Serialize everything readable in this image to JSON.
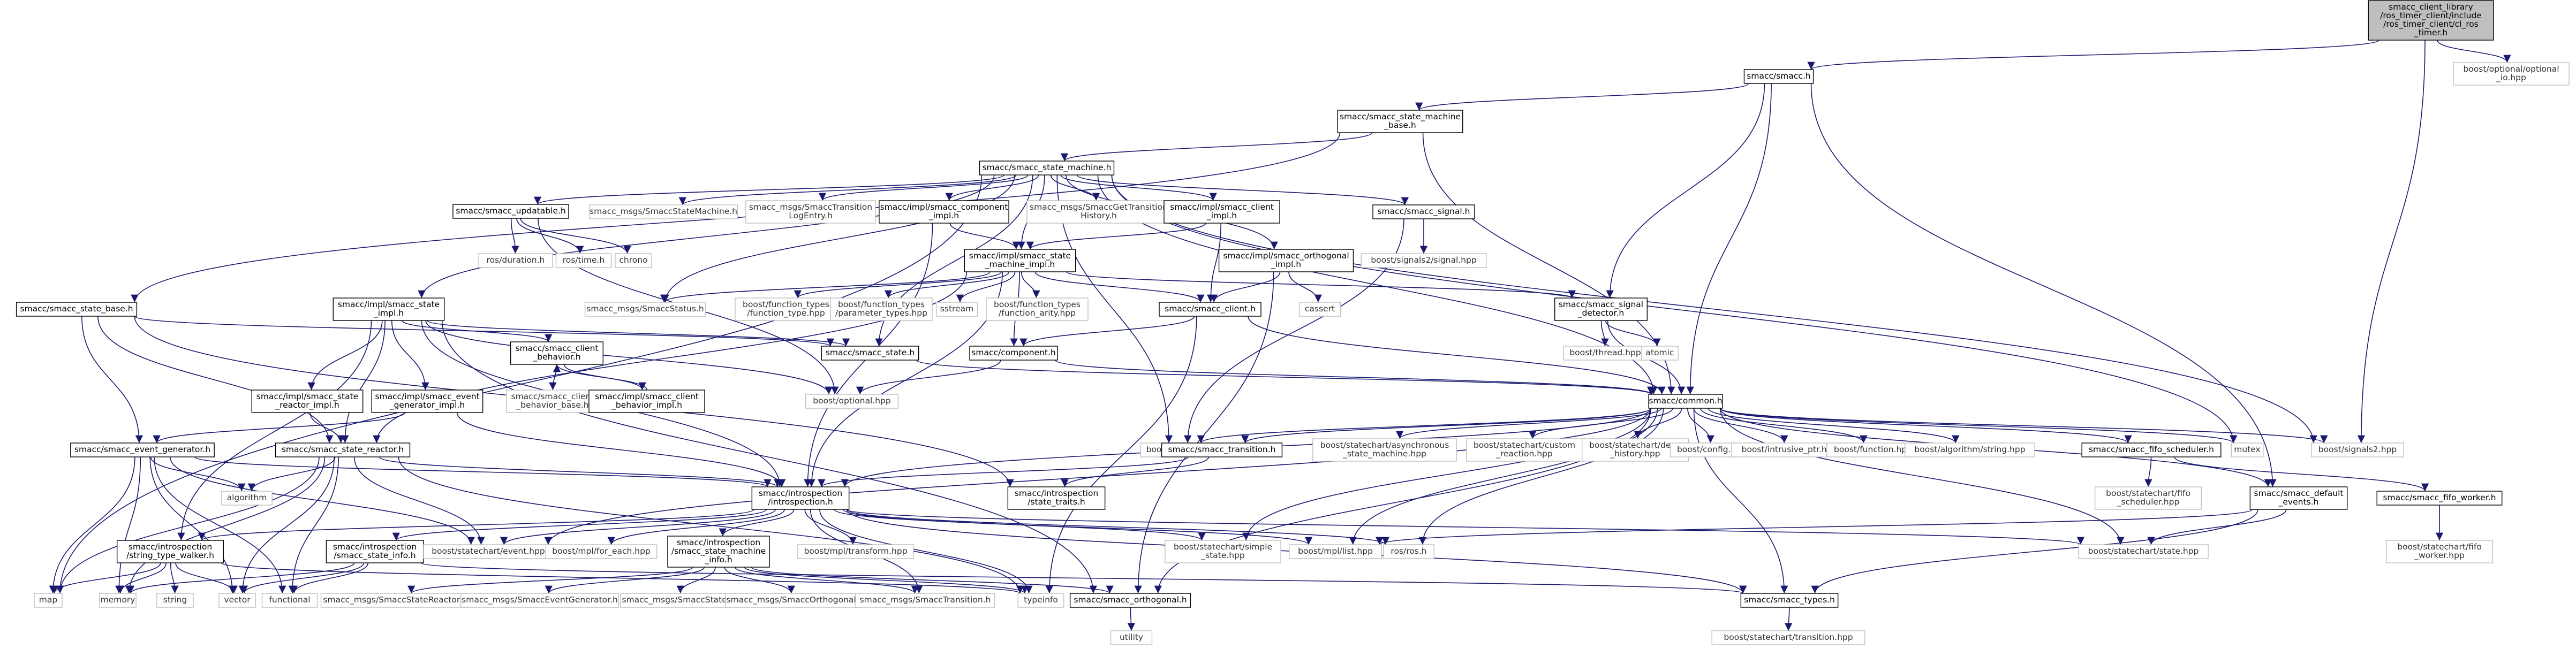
{
  "colors": {
    "edge": "#191970",
    "root_fill": "#bfbfbf",
    "box_border": "#000000",
    "external_border": "#bfbfbf"
  },
  "nodes": {
    "root": [
      "smacc_client_library",
      "/ros_timer_client/include",
      "/ros_timer_client/cl_ros",
      "_timer.h"
    ],
    "smacc_h": [
      "smacc/smacc.h"
    ],
    "optional_hpp": [
      "boost/optional/optional",
      "_io.hpp"
    ],
    "state_machine_base_h": [
      "smacc/smacc_state_machine",
      "_base.h"
    ],
    "state_machine_h": [
      "smacc/smacc_state_machine.h"
    ],
    "state_base_h": [
      "smacc/smacc_state_base.h"
    ],
    "updatable_h": [
      "smacc/smacc_updatable.h"
    ],
    "msg_statemachine": [
      "smacc_msgs/SmaccStateMachine.h"
    ],
    "msg_transition_log": [
      "smacc_msgs/SmaccTransition",
      "LogEntry.h"
    ],
    "component_impl_h": [
      "smacc/impl/smacc_component",
      "_impl.h"
    ],
    "msg_get_transition": [
      "smacc_msgs/SmaccGetTransition",
      "History.h"
    ],
    "client_impl_h": [
      "smacc/impl/smacc_client",
      "_impl.h"
    ],
    "signal_h": [
      "smacc/smacc_signal.h"
    ],
    "state_impl_h": [
      "smacc/impl/smacc_state",
      "_impl.h"
    ],
    "ros_duration": [
      "ros/duration.h"
    ],
    "ros_time": [
      "ros/time.h"
    ],
    "chrono": [
      "chrono"
    ],
    "state_machine_impl_h": [
      "smacc/impl/smacc_state",
      "_machine_impl.h"
    ],
    "orthogonal_impl_h": [
      "smacc/impl/smacc_orthogonal",
      "_impl.h"
    ],
    "signals2_signal": [
      "boost/signals2/signal.hpp"
    ],
    "msg_status": [
      "smacc_msgs/SmaccStatus.h"
    ],
    "ft_function_type": [
      "boost/function_types",
      "/function_type.hpp"
    ],
    "ft_parameter_types": [
      "boost/function_types",
      "/parameter_types.hpp"
    ],
    "sstream": [
      "sstream"
    ],
    "ft_function_arity": [
      "boost/function_types",
      "/function_arity.hpp"
    ],
    "cassert": [
      "cassert"
    ],
    "signal_detector_h": [
      "smacc/smacc_signal",
      "_detector.h"
    ],
    "client_h": [
      "smacc/smacc_client.h"
    ],
    "state_h": [
      "smacc/smacc_state.h"
    ],
    "component_h": [
      "smacc/component.h"
    ],
    "thread_hpp": [
      "boost/thread.hpp"
    ],
    "atomic": [
      "atomic"
    ],
    "client_behavior_h": [
      "smacc/smacc_client",
      "_behavior.h"
    ],
    "client_behavior_base_h": [
      "smacc/smacc_client",
      "_behavior_base.h"
    ],
    "client_behavior_impl_h": [
      "smacc/impl/smacc_client",
      "_behavior_impl.h"
    ],
    "boost_optional": [
      "boost/optional.hpp"
    ],
    "state_reactor_impl_h": [
      "smacc/impl/smacc_state",
      "_reactor_impl.h"
    ],
    "event_generator_impl_h": [
      "smacc/impl/smacc_event",
      "_generator_impl.h"
    ],
    "event_generator_h": [
      "smacc/smacc_event_generator.h"
    ],
    "state_reactor_h": [
      "smacc/smacc_state_reactor.h"
    ],
    "common_h": [
      "smacc/common.h"
    ],
    "boost_any": [
      "boost/any.hpp"
    ],
    "transition_h": [
      "smacc/smacc_transition.h"
    ],
    "async_sm": [
      "boost/statechart/asynchronous",
      "_state_machine.hpp"
    ],
    "custom_reaction": [
      "boost/statechart/custom",
      "_reaction.hpp"
    ],
    "deep_history": [
      "boost/statechart/deep",
      "_history.hpp"
    ],
    "config_hpp": [
      "boost/config.hpp"
    ],
    "intrusive_ptr": [
      "boost/intrusive_ptr.hpp"
    ],
    "function_hpp": [
      "boost/function.hpp"
    ],
    "algorithm_string": [
      "boost/algorithm/string.hpp"
    ],
    "fifo_scheduler_h": [
      "smacc/smacc_fifo_scheduler.h"
    ],
    "mutex": [
      "mutex"
    ],
    "signals2_hpp": [
      "boost/signals2.hpp"
    ],
    "algorithm": [
      "algorithm"
    ],
    "introspection_h": [
      "smacc/introspection",
      "/introspection.h"
    ],
    "state_traits_h": [
      "smacc/introspection",
      "/state_traits.h"
    ],
    "sc_fifo_scheduler": [
      "boost/statechart/fifo",
      "_scheduler.hpp"
    ],
    "default_events_h": [
      "smacc/smacc_default",
      "_events.h"
    ],
    "fifo_worker_h": [
      "smacc/smacc_fifo_worker.h"
    ],
    "string_type_walker_h": [
      "smacc/introspection",
      "/string_type_walker.h"
    ],
    "smacc_state_info_h": [
      "smacc/introspection",
      "/smacc_state_info.h"
    ],
    "sc_event": [
      "boost/statechart/event.hpp"
    ],
    "mpl_for_each": [
      "boost/mpl/for_each.hpp"
    ],
    "sm_info_h": [
      "smacc/introspection",
      "/smacc_state_machine",
      "_info.h"
    ],
    "mpl_transform": [
      "boost/mpl/transform.hpp"
    ],
    "simple_state": [
      "boost/statechart/simple",
      "_state.hpp"
    ],
    "mpl_list": [
      "boost/mpl/list.hpp"
    ],
    "ros_h": [
      "ros/ros.h"
    ],
    "sc_state": [
      "boost/statechart/state.hpp"
    ],
    "sc_fifo_worker": [
      "boost/statechart/fifo",
      "_worker.hpp"
    ],
    "map": [
      "map"
    ],
    "memory": [
      "memory"
    ],
    "string": [
      "string"
    ],
    "vector": [
      "vector"
    ],
    "functional": [
      "functional"
    ],
    "msg_state_reactor": [
      "smacc_msgs/SmaccStateReactor.h"
    ],
    "msg_event_generator": [
      "smacc_msgs/SmaccEventGenerator.h"
    ],
    "msg_state": [
      "smacc_msgs/SmaccState.h"
    ],
    "msg_orthogonal": [
      "smacc_msgs/SmaccOrthogonal.h"
    ],
    "msg_transition": [
      "smacc_msgs/SmaccTransition.h"
    ],
    "typeinfo": [
      "typeinfo"
    ],
    "orthogonal_h": [
      "smacc/smacc_orthogonal.h"
    ],
    "types_h": [
      "smacc/smacc_types.h"
    ],
    "utility": [
      "utility"
    ],
    "sc_transition": [
      "boost/statechart/transition.hpp"
    ]
  },
  "edges": [
    [
      "root",
      "smacc_h"
    ],
    [
      "root",
      "optional_hpp"
    ],
    [
      "root",
      "signals2_hpp"
    ],
    [
      "smacc_h",
      "state_machine_base_h"
    ],
    [
      "smacc_h",
      "common_h"
    ],
    [
      "smacc_h",
      "signal_detector_h"
    ],
    [
      "smacc_h",
      "default_events_h"
    ],
    [
      "state_machine_base_h",
      "state_machine_h"
    ],
    [
      "state_machine_base_h",
      "state_base_h"
    ],
    [
      "state_machine_base_h",
      "common_h"
    ],
    [
      "state_machine_h",
      "updatable_h"
    ],
    [
      "state_machine_h",
      "msg_statemachine"
    ],
    [
      "state_machine_h",
      "msg_transition_log"
    ],
    [
      "state_machine_h",
      "component_impl_h"
    ],
    [
      "state_machine_h",
      "msg_get_transition"
    ],
    [
      "state_machine_h",
      "client_impl_h"
    ],
    [
      "state_machine_h",
      "signal_h"
    ],
    [
      "state_machine_h",
      "state_impl_h"
    ],
    [
      "state_machine_h",
      "msg_status"
    ],
    [
      "state_machine_h",
      "map"
    ],
    [
      "state_machine_h",
      "mutex"
    ],
    [
      "state_machine_h",
      "common_h"
    ],
    [
      "state_machine_h",
      "state_h"
    ],
    [
      "state_machine_h",
      "state_machine_impl_h"
    ],
    [
      "state_machine_h",
      "orthogonal_impl_h"
    ],
    [
      "state_machine_h",
      "boost_any"
    ],
    [
      "state_machine_h",
      "signals2_hpp"
    ],
    [
      "updatable_h",
      "ros_duration"
    ],
    [
      "updatable_h",
      "ros_time"
    ],
    [
      "updatable_h",
      "chrono"
    ],
    [
      "updatable_h",
      "boost_optional"
    ],
    [
      "component_impl_h",
      "state_machine_impl_h"
    ],
    [
      "component_impl_h",
      "introspection_h"
    ],
    [
      "client_impl_h",
      "state_machine_impl_h"
    ],
    [
      "client_impl_h",
      "client_h"
    ],
    [
      "signal_h",
      "signals2_signal"
    ],
    [
      "signal_h",
      "boost_any"
    ],
    [
      "state_impl_h",
      "state_h"
    ],
    [
      "state_impl_h",
      "client_behavior_h"
    ],
    [
      "state_impl_h",
      "state_reactor_impl_h"
    ],
    [
      "state_impl_h",
      "event_generator_impl_h"
    ],
    [
      "state_impl_h",
      "introspection_h"
    ],
    [
      "state_impl_h",
      "state_reactor_h"
    ],
    [
      "state_impl_h",
      "string_type_walker_h"
    ],
    [
      "state_impl_h",
      "boost_optional"
    ],
    [
      "state_impl_h",
      "orthogonal_h"
    ],
    [
      "state_machine_impl_h",
      "ft_function_type"
    ],
    [
      "state_machine_impl_h",
      "ft_parameter_types"
    ],
    [
      "state_machine_impl_h",
      "sstream"
    ],
    [
      "state_machine_impl_h",
      "ft_function_arity"
    ],
    [
      "state_machine_impl_h",
      "client_h"
    ],
    [
      "state_machine_impl_h",
      "signal_detector_h"
    ],
    [
      "state_machine_impl_h",
      "msg_status"
    ],
    [
      "state_machine_impl_h",
      "introspection_h"
    ],
    [
      "state_machine_impl_h",
      "state_reactor_h"
    ],
    [
      "state_machine_impl_h",
      "component_h"
    ],
    [
      "orthogonal_impl_h",
      "cassert"
    ],
    [
      "orthogonal_impl_h",
      "client_h"
    ],
    [
      "orthogonal_impl_h",
      "orthogonal_h"
    ],
    [
      "signal_detector_h",
      "thread_hpp"
    ],
    [
      "signal_detector_h",
      "atomic"
    ],
    [
      "signal_detector_h",
      "common_h"
    ],
    [
      "client_h",
      "common_h"
    ],
    [
      "client_h",
      "component_h"
    ],
    [
      "client_h",
      "typeinfo"
    ],
    [
      "state_base_h",
      "state_h"
    ],
    [
      "state_base_h",
      "state_reactor_h"
    ],
    [
      "state_base_h",
      "event_generator_h"
    ],
    [
      "state_base_h",
      "state_traits_h"
    ],
    [
      "state_h",
      "common_h"
    ],
    [
      "component_h",
      "common_h"
    ],
    [
      "component_h",
      "boost_optional"
    ],
    [
      "client_behavior_h",
      "client_behavior_base_h"
    ],
    [
      "client_behavior_h",
      "client_behavior_impl_h"
    ],
    [
      "client_behavior_impl_h",
      "client_behavior_h"
    ],
    [
      "state_reactor_impl_h",
      "state_reactor_h"
    ],
    [
      "event_generator_impl_h",
      "event_generator_h"
    ],
    [
      "event_generator_impl_h",
      "introspection_h"
    ],
    [
      "event_generator_h",
      "introspection_h"
    ],
    [
      "event_generator_h",
      "algorithm"
    ],
    [
      "event_generator_h",
      "map"
    ],
    [
      "event_generator_h",
      "memory"
    ],
    [
      "event_generator_h",
      "vector"
    ],
    [
      "event_generator_h",
      "functional"
    ],
    [
      "event_generator_h",
      "sc_event"
    ],
    [
      "state_reactor_h",
      "introspection_h"
    ],
    [
      "state_reactor_h",
      "algorithm"
    ],
    [
      "state_reactor_h",
      "map"
    ],
    [
      "state_reactor_h",
      "memory"
    ],
    [
      "state_reactor_h",
      "vector"
    ],
    [
      "state_reactor_h",
      "functional"
    ],
    [
      "state_reactor_h",
      "typeinfo"
    ],
    [
      "state_reactor_h",
      "sc_event"
    ],
    [
      "common_h",
      "boost_any"
    ],
    [
      "common_h",
      "transition_h"
    ],
    [
      "common_h",
      "async_sm"
    ],
    [
      "common_h",
      "custom_reaction"
    ],
    [
      "common_h",
      "deep_history"
    ],
    [
      "common_h",
      "config_hpp"
    ],
    [
      "common_h",
      "intrusive_ptr"
    ],
    [
      "common_h",
      "function_hpp"
    ],
    [
      "common_h",
      "algorithm_string"
    ],
    [
      "common_h",
      "fifo_scheduler_h"
    ],
    [
      "common_h",
      "mutex"
    ],
    [
      "common_h",
      "signals2_hpp"
    ],
    [
      "common_h",
      "default_events_h"
    ],
    [
      "common_h",
      "introspection_h"
    ],
    [
      "common_h",
      "types_h"
    ],
    [
      "common_h",
      "ros_h"
    ],
    [
      "common_h",
      "sc_state"
    ],
    [
      "common_h",
      "simple_state"
    ],
    [
      "common_h",
      "mpl_list"
    ],
    [
      "common_h",
      "sc_event"
    ],
    [
      "common_h",
      "orthogonal_h"
    ],
    [
      "transition_h",
      "introspection_h"
    ],
    [
      "transition_h",
      "state_traits_h"
    ],
    [
      "fifo_scheduler_h",
      "sc_fifo_scheduler"
    ],
    [
      "fifo_scheduler_h",
      "fifo_worker_h"
    ],
    [
      "fifo_worker_h",
      "sc_fifo_worker"
    ],
    [
      "default_events_h",
      "sc_state"
    ],
    [
      "default_events_h",
      "types_h"
    ],
    [
      "default_events_h",
      "mpl_list"
    ],
    [
      "introspection_h",
      "string_type_walker_h"
    ],
    [
      "introspection_h",
      "smacc_state_info_h"
    ],
    [
      "introspection_h",
      "sc_event"
    ],
    [
      "introspection_h",
      "mpl_for_each"
    ],
    [
      "introspection_h",
      "sm_info_h"
    ],
    [
      "introspection_h",
      "mpl_transform"
    ],
    [
      "introspection_h",
      "simple_state"
    ],
    [
      "introspection_h",
      "mpl_list"
    ],
    [
      "introspection_h",
      "ros_h"
    ],
    [
      "introspection_h",
      "sc_state"
    ],
    [
      "introspection_h",
      "typeinfo"
    ],
    [
      "introspection_h",
      "types_h"
    ],
    [
      "introspection_h",
      "msg_transition"
    ],
    [
      "string_type_walker_h",
      "map"
    ],
    [
      "string_type_walker_h",
      "memory"
    ],
    [
      "string_type_walker_h",
      "string"
    ],
    [
      "string_type_walker_h",
      "vector"
    ],
    [
      "string_type_walker_h",
      "typeinfo"
    ],
    [
      "smacc_state_info_h",
      "memory"
    ],
    [
      "smacc_state_info_h",
      "vector"
    ],
    [
      "smacc_state_info_h",
      "functional"
    ],
    [
      "smacc_state_info_h",
      "types_h"
    ],
    [
      "sm_info_h",
      "msg_state_reactor"
    ],
    [
      "sm_info_h",
      "msg_event_generator"
    ],
    [
      "sm_info_h",
      "msg_state"
    ],
    [
      "sm_info_h",
      "msg_orthogonal"
    ],
    [
      "sm_info_h",
      "msg_transition"
    ],
    [
      "sm_info_h",
      "typeinfo"
    ],
    [
      "sm_info_h",
      "orthogonal_h"
    ],
    [
      "orthogonal_h",
      "utility"
    ],
    [
      "types_h",
      "sc_transition"
    ]
  ]
}
